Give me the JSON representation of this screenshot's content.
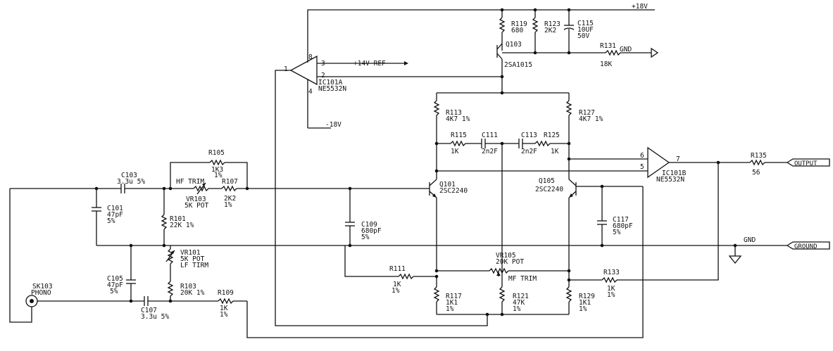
{
  "rails": {
    "pos": "+18V",
    "neg": "-18V",
    "ref": "+14V REF",
    "gnd": "GND"
  },
  "pins": {
    "p8": "8",
    "p3": "3",
    "p2": "2",
    "p4": "4",
    "p1": "1",
    "p6": "6",
    "p5": "5",
    "p7": "7"
  },
  "ic101a": {
    "ref": "IC101A",
    "part": "NE5532N"
  },
  "ic101b": {
    "ref": "IC101B",
    "part": "NE5532N"
  },
  "q103": {
    "ref": "Q103",
    "part": "2SA1015"
  },
  "q101": {
    "ref": "Q101",
    "part": "2SC2240"
  },
  "q105": {
    "ref": "Q105",
    "part": "2SC2240"
  },
  "r119": {
    "ref": "R119",
    "value": "680"
  },
  "r123": {
    "ref": "R123",
    "value": "2K2"
  },
  "c115": {
    "ref": "C115",
    "value": "10UF",
    "rating": "50V"
  },
  "r131": {
    "ref": "R131",
    "value": "18K"
  },
  "r113": {
    "ref": "R113",
    "value": "4K7 1%"
  },
  "r127": {
    "ref": "R127",
    "value": "4K7 1%"
  },
  "r115": {
    "ref": "R115",
    "value": "1K"
  },
  "c111": {
    "ref": "C111",
    "value": "2n2F"
  },
  "c113": {
    "ref": "C113",
    "value": "2n2F"
  },
  "r125": {
    "ref": "R125",
    "value": "1K"
  },
  "r135": {
    "ref": "R135",
    "value": "56"
  },
  "r105": {
    "ref": "R105",
    "value": "1K3",
    "tol": "1%"
  },
  "c103": {
    "ref": "C103",
    "value": "3.3u 5%"
  },
  "hf_trim": "HF TRIM",
  "r107": {
    "ref": "R107",
    "value": "2K2",
    "tol": "1%"
  },
  "vr103": {
    "ref": "VR103",
    "value": "5K POT"
  },
  "c101": {
    "ref": "C101",
    "value": "47pF",
    "tol": "5%"
  },
  "r101": {
    "ref": "R101",
    "value": "22K 1%"
  },
  "c109": {
    "ref": "C109",
    "value": "680pF",
    "tol": "5%"
  },
  "c117": {
    "ref": "C117",
    "value": "680pF",
    "tol": "5%"
  },
  "vr101": {
    "ref": "VR101",
    "value": "5K POT",
    "label": "LF TIRM"
  },
  "c105": {
    "ref": "C105",
    "value": "47pF",
    "tol": "5%"
  },
  "r103": {
    "ref": "R103",
    "value": "20K 1%"
  },
  "r109": {
    "ref": "R109",
    "value": "1K",
    "tol": "1%"
  },
  "c107": {
    "ref": "C107",
    "value": "3.3u 5%"
  },
  "sk103": {
    "ref": "SK103",
    "label": "PHONO"
  },
  "r111": {
    "ref": "R111",
    "value": "1K",
    "tol": "1%"
  },
  "vr105": {
    "ref": "VR105",
    "value": "20K POT",
    "label": "MF TRIM"
  },
  "r117": {
    "ref": "R117",
    "value": "1K1",
    "tol": "1%"
  },
  "r121": {
    "ref": "R121",
    "value": "47K",
    "tol": "1%"
  },
  "r129": {
    "ref": "R129",
    "value": "1K1",
    "tol": "1%"
  },
  "r133": {
    "ref": "R133",
    "value": "1K",
    "tol": "1%"
  },
  "connectors": {
    "output": "OUTPUT",
    "ground": "GROUND"
  }
}
